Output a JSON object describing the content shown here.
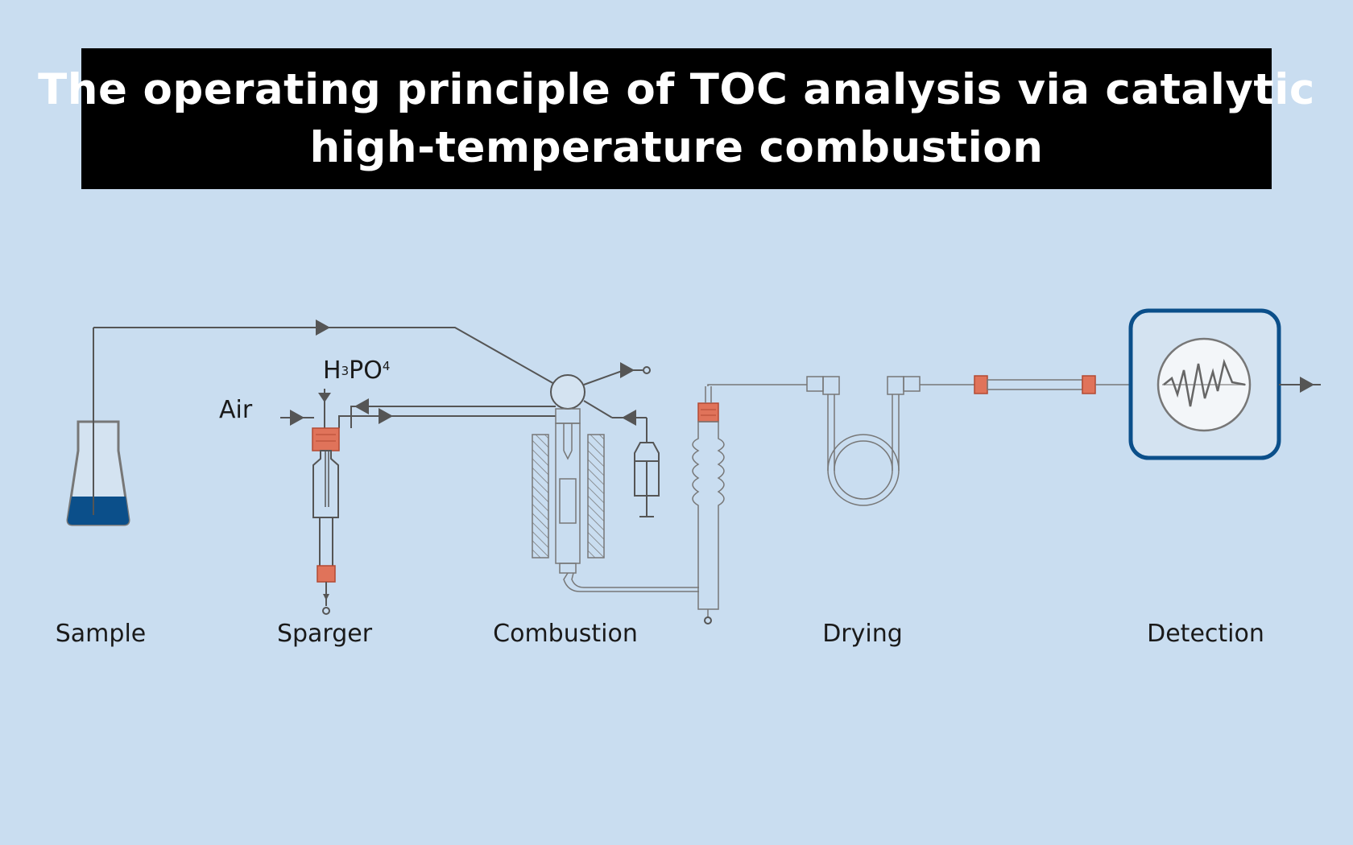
{
  "title": {
    "line1": "The operating principle of TOC analysis via catalytic",
    "line2": "high-temperature combustion"
  },
  "labels": {
    "air": "Air",
    "acid_base": "H",
    "acid_sub3": "3",
    "acid_mid": "PO",
    "acid_sub4": "4"
  },
  "stages": {
    "sample": "Sample",
    "sparger": "Sparger",
    "combustion": "Combustion",
    "drying": "Drying",
    "detection": "Detection"
  },
  "colors": {
    "background": "#c9ddf0",
    "banner": "#000000",
    "line": "#555555",
    "accent_fitting": "#e0735a",
    "sample_liquid": "#0b4f8a",
    "detector_border": "#0b4f8a"
  }
}
